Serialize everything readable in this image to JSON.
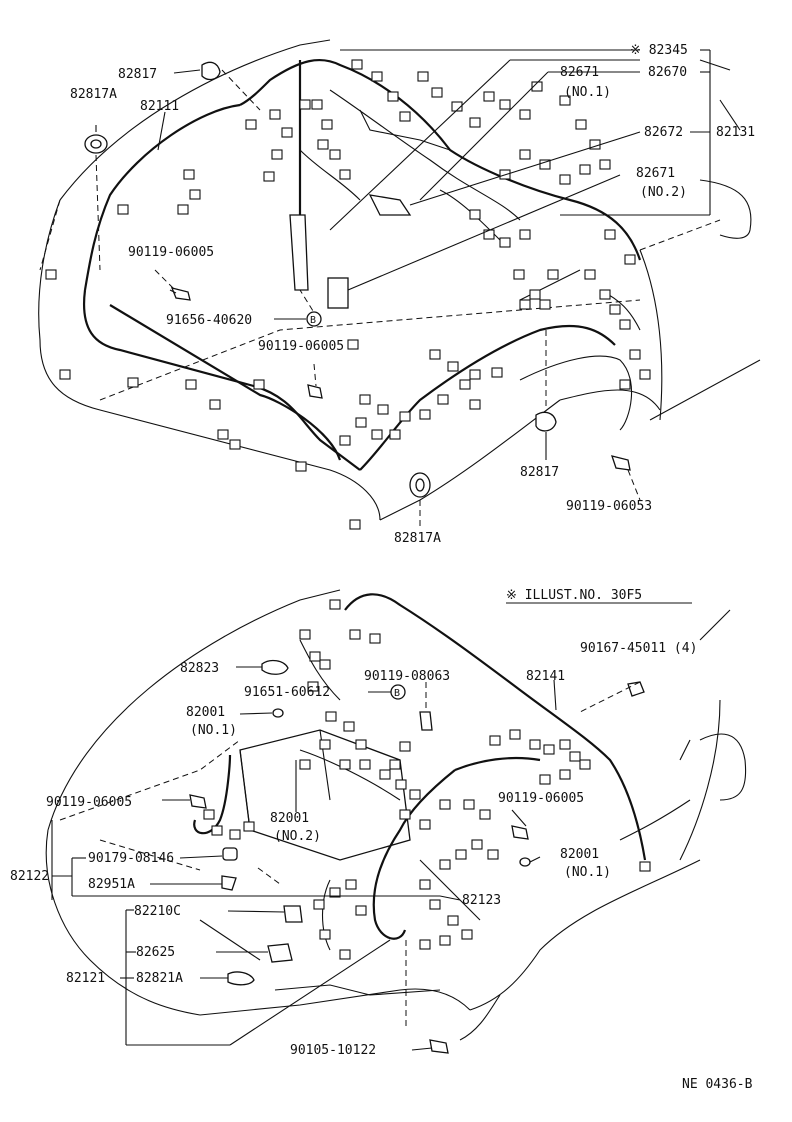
{
  "top_section": {
    "labels": {
      "p82817_top": "82817",
      "p82817A_top": "82817A",
      "p82111": "82111",
      "p82345": "※ 82345",
      "p82671_a": "82671",
      "p82670": "82670",
      "no1_a": "(NO.1)",
      "p82672": "82672",
      "p82131": "82131",
      "p82671_b": "82671",
      "no2_a": "(NO.2)",
      "p90119_06005_a": "90119-06005",
      "p91656_40620": "91656-40620",
      "p90119_06005_b": "90119-06005",
      "p82817_mid": "82817",
      "p90119_06053": "90119-06053",
      "p82817A_bottom": "82817A",
      "circle_b_1": "B"
    }
  },
  "bottom_section": {
    "labels": {
      "illust_note": "※ ILLUST.NO. 30F5",
      "p90167_45011": "90167-45011 (4)",
      "p82823": "82823",
      "p82141": "82141",
      "p91651_60612": "91651-60612",
      "circle_b_2": "B",
      "p90119_08063": "90119-08063",
      "p82001_a": "82001",
      "no1_b": "(NO.1)",
      "p90119_06005_c": "90119-06005",
      "p82001_b": "82001",
      "no2_b": "(NO.2)",
      "p90119_06005_d": "90119-06005",
      "p82001_c": "82001",
      "no1_c": "(NO.1)",
      "p90179_08146": "90179-08146",
      "p82122": "82122",
      "p82951A": "82951A",
      "p82123": "82123",
      "p82210C": "82210C",
      "p82625": "82625",
      "p82121": "82121",
      "p82821A": "82821A",
      "p90105_10122": "90105-10122"
    }
  },
  "footer": {
    "ref": "NE 0436-B"
  }
}
